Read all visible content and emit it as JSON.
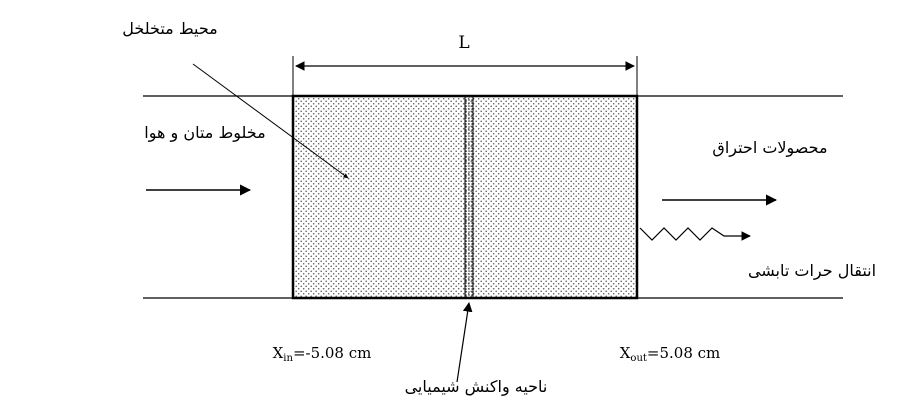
{
  "labels": {
    "porous_medium": "محیط متخلخل",
    "length": "L",
    "inlet_mixture": "مخلوط متان و هوا",
    "combustion_products": "محصولات احتراق",
    "radiative_heat_transfer": "انتقال حرات تابشی",
    "reaction_zone": "ناحیه واکنش شیمیایی",
    "x_in_base": "X",
    "x_in_sub": "in",
    "x_in_value": "=-5.08 cm",
    "x_out_base": "X",
    "x_out_sub": "out",
    "x_out_value": "=5.08 cm"
  },
  "colors": {
    "line": "#000000",
    "dots": "#555555"
  }
}
